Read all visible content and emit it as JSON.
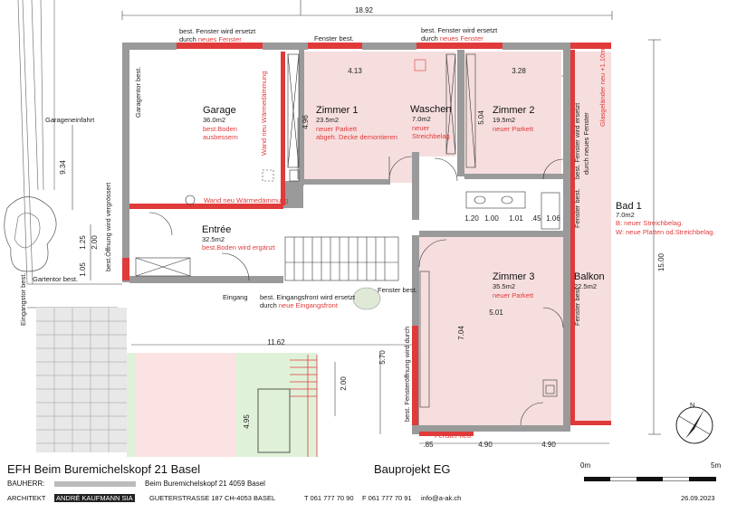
{
  "dimensions": {
    "top_total": "18.92",
    "zimmer1_width": "4.13",
    "zimmer2_width": "3.28",
    "right_total": "15.00",
    "left_height": "9.34",
    "garage_depth": "4.96",
    "zimmer2_depth": "5.04",
    "left_small_a": "1.25",
    "left_small_b": "2.00",
    "left_small_c": "1.05",
    "bath_1": "1.20",
    "bath_2": "1.00",
    "bath_3": "1.01",
    "bath_4": ".45",
    "bath_5": "1.06",
    "zimmer3_width": "5.01",
    "zimmer3_depth": "7.04",
    "terrace_width": "11.62",
    "terrace_height": "5.70",
    "stair_dim": "2.00",
    "lower_dim": "4.95",
    "bottom_a": ".85",
    "bottom_b": "4.90",
    "bottom_c": "4.90"
  },
  "rooms": {
    "garage": {
      "name": "Garage",
      "area": "36.0m2",
      "note1": "best.Boden",
      "note2": "ausbessern"
    },
    "zimmer1": {
      "name": "Zimmer 1",
      "area": "23.5m2",
      "note1": "neuer Parkett",
      "note2": "abgeh. Decke demontieren"
    },
    "waschen": {
      "name": "Waschen",
      "area": "7.0m2",
      "note1": "neuer",
      "note2": "Streichbelag"
    },
    "zimmer2": {
      "name": "Zimmer 2",
      "area": "19.5m2",
      "note1": "neuer Parkett"
    },
    "entree": {
      "name": "Entrée",
      "area": "32.5m2",
      "note1": "best.Boden wird ergänzt"
    },
    "zimmer3": {
      "name": "Zimmer 3",
      "area": "35.5m2",
      "note1": "neuer Parkett"
    },
    "balkon": {
      "name": "Balkon",
      "area": "22.5m2"
    },
    "bad1": {
      "name": "Bad 1",
      "area": "7.0m2",
      "note1": "B: neuer Streichbelag.",
      "note2": "W: neue Platten od.Streichbelag."
    }
  },
  "annotations": {
    "fenster_top_left_1": "best. Fenster wird ersetzt",
    "fenster_top_left_2a": "durch ",
    "fenster_top_left_2b": "neues Fenster",
    "fenster_best_top": "Fenster best.",
    "fenster_top_right_1": "best. Fenster wird ersetzt",
    "fenster_top_right_2a": "durch ",
    "fenster_top_right_2b": "neues Fenster",
    "garagentor": "Garagentor best.",
    "garageneinfahrt": "Garageneinfahrt",
    "wand_neu_vertical": "Wand neu Wärmedämmung",
    "wand_neu_horizontal": "Wand neu Wärmedämmung",
    "fenster_right_col_1": "best. Fenster wird ersetzt",
    "fenster_right_col_2": "durch neues Fenster",
    "fenster_best_right": "Fenster best.",
    "glasgelaender": "Glasgeländer neu +1.10m",
    "eingang": "Eingang",
    "eingangsfront_1": "best. Eingangsfront wird ersetzt",
    "eingangsfront_2a": "durch ",
    "eingangsfront_2b": "neue Eingangsfront",
    "fenster_best_mid": "Fenster best.",
    "fensteroeffnung_1": "best. Fensteröffnung wird durch",
    "fensteroeffnung_2": "neues Fenster ersetzt",
    "fenster_neu": "Fenster neu",
    "fenster_best_balkon": "Fenster best.",
    "eingangstor": "Eingangstor best.",
    "gartentor": "Gartentor best.",
    "left_vert_1": "best.Öffnung wird vergrössert",
    "north_label": "N"
  },
  "footer": {
    "project": "EFH   Beim Buremichelskopf 21   Basel",
    "phase": "Bauprojekt   EG",
    "bauherr_label": "BAUHERR:",
    "bauherr_address": "Beim Buremichelskopf 21    4059 Basel",
    "architekt_label": "ARCHITEKT",
    "architekt_name": "ANDRÉ KAUFMANN SIA",
    "architekt_address": "GUETERSTRASSE 187   CH-4053 BASEL",
    "tel": "T 061 777 70 90",
    "fax": "F 061 777 70 91",
    "email": "info@a-ak.ch",
    "date": "26.09.2023",
    "scale_start": "0m",
    "scale_end": "5m"
  },
  "colors": {
    "wall_red": "#e03a3a",
    "wall_grey": "#9a9a9a",
    "room_fill": "#f6dede",
    "accent": "#e03a3a"
  }
}
